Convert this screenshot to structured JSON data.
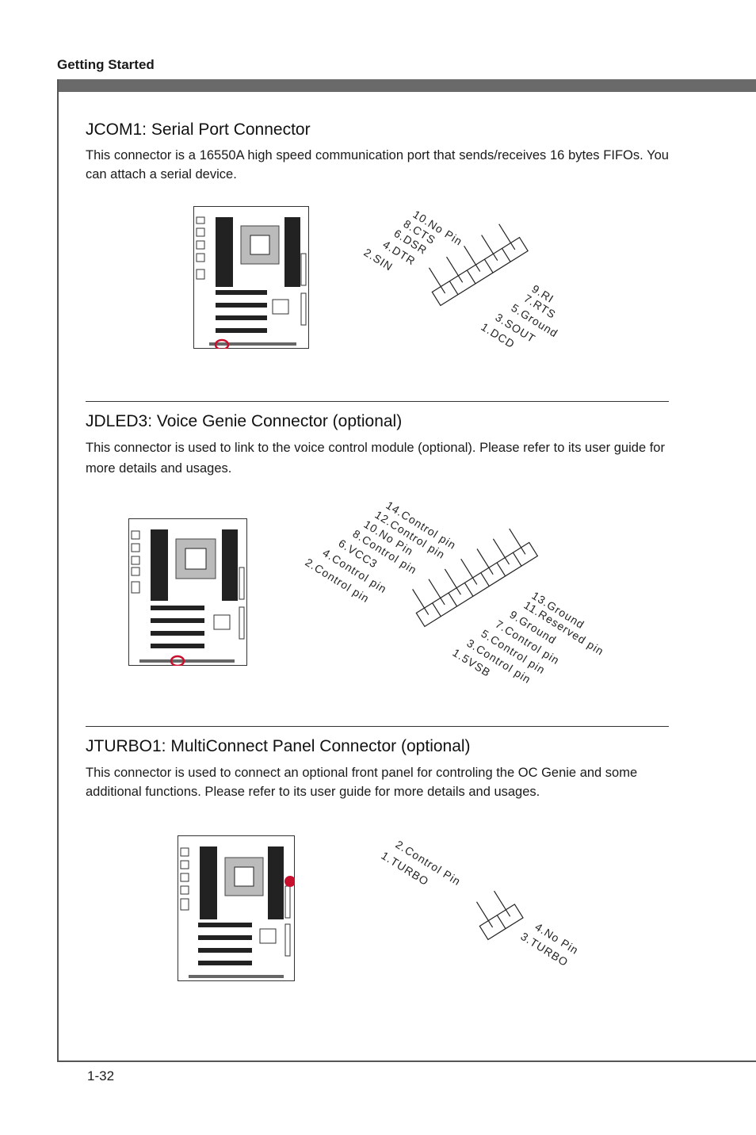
{
  "header": {
    "section_label": "Getting Started"
  },
  "sections": [
    {
      "title": "JCOM1: Serial Port Connector",
      "body": "This connector is a 16550A high speed communication port that sends/receives 16 bytes FIFOs. You can attach a serial device.",
      "pins_top": [
        "10.No Pin",
        "8.CTS",
        "6.DSR",
        "4.DTR",
        "2.SIN"
      ],
      "pins_bottom": [
        "9.RI",
        "7.RTS",
        "5.Ground",
        "3.SOUT",
        "1.DCD"
      ]
    },
    {
      "title": "JDLED3: Voice Genie Connector (optional)",
      "body": "This connector is used to link to the voice control module (optional). Please refer to its user guide for more details and usages.",
      "pins_top": [
        "14.Control pin",
        "12.Control pin",
        "10.No Pin",
        "8.Control pin",
        "6.VCC3",
        "4.Control pin",
        "2.Control pin"
      ],
      "pins_bottom": [
        "13.Ground",
        "11.Reserved pin",
        "9.Ground",
        "7.Control pin",
        "5.Control pin",
        "3.Control pin",
        "1.5VSB"
      ]
    },
    {
      "title": "JTURBO1: MultiConnect Panel Connector (optional)",
      "body": "This connector is used to connect an optional front panel for controling the OC Genie and some additional functions. Please refer to its user guide for more details and usages.",
      "pins_top": [
        "2.Control Pin",
        "1.TURBO"
      ],
      "pins_bottom": [
        "4.No Pin",
        "3.TURBO"
      ]
    }
  ],
  "footer": {
    "page_number": "1-32"
  },
  "colors": {
    "highlight": "#c8102e",
    "frame": "#6a6a6a"
  }
}
